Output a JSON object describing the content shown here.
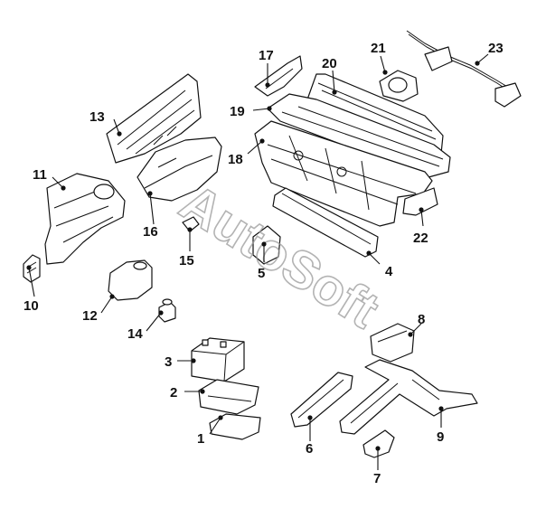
{
  "watermark": "AutoSoft",
  "callouts": [
    {
      "id": "c1",
      "label": "1"
    },
    {
      "id": "c2",
      "label": "2"
    },
    {
      "id": "c3",
      "label": "3"
    },
    {
      "id": "c4",
      "label": "4"
    },
    {
      "id": "c5",
      "label": "5"
    },
    {
      "id": "c6",
      "label": "6"
    },
    {
      "id": "c7",
      "label": "7"
    },
    {
      "id": "c8",
      "label": "8"
    },
    {
      "id": "c9",
      "label": "9"
    },
    {
      "id": "c10",
      "label": "10"
    },
    {
      "id": "c11",
      "label": "11"
    },
    {
      "id": "c12",
      "label": "12"
    },
    {
      "id": "c13",
      "label": "13"
    },
    {
      "id": "c14",
      "label": "14"
    },
    {
      "id": "c15",
      "label": "15"
    },
    {
      "id": "c16",
      "label": "16"
    },
    {
      "id": "c17",
      "label": "17"
    },
    {
      "id": "c18",
      "label": "18"
    },
    {
      "id": "c19",
      "label": "19"
    },
    {
      "id": "c20",
      "label": "20"
    },
    {
      "id": "c21",
      "label": "21"
    },
    {
      "id": "c22",
      "label": "22"
    },
    {
      "id": "c23",
      "label": "23"
    }
  ]
}
